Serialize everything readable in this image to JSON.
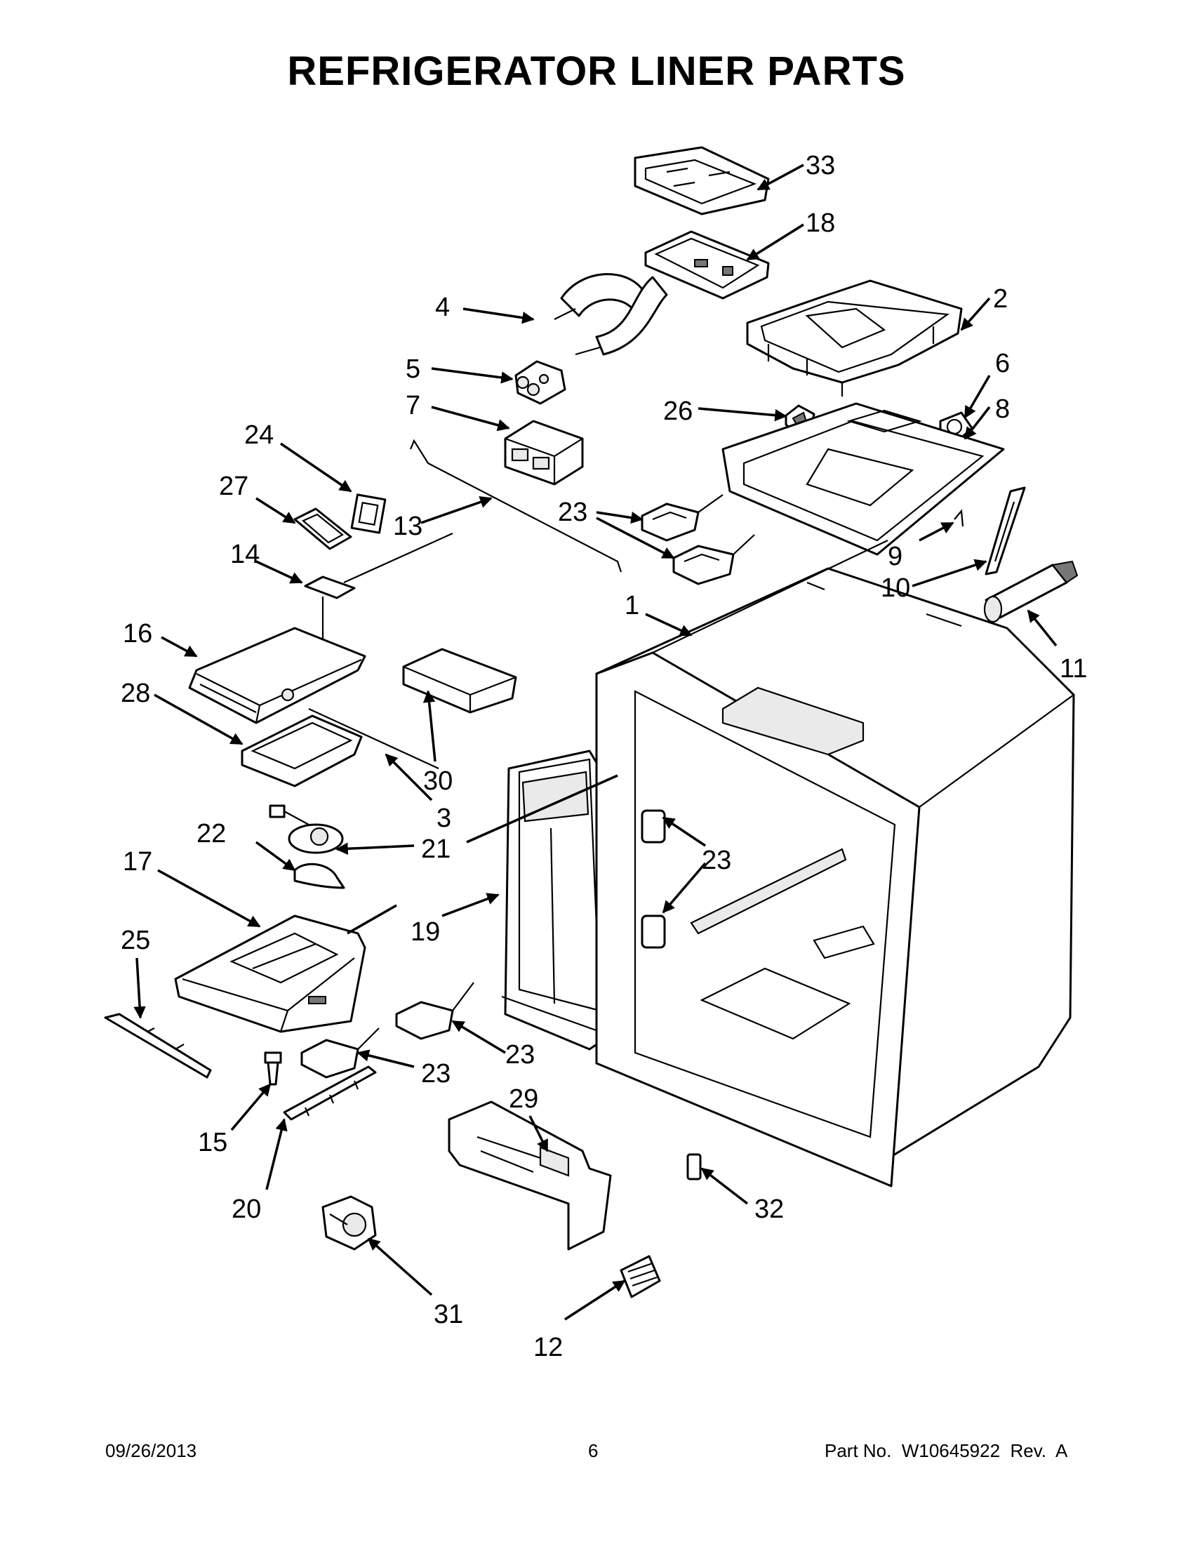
{
  "title": "REFRIGERATOR LINER PARTS",
  "footer": {
    "date": "09/26/2013",
    "page_number": "6",
    "part_number": "Part No.  W10645922  Rev.  A"
  },
  "callouts": {
    "c1": "1",
    "c2": "2",
    "c3": "3",
    "c4": "4",
    "c5": "5",
    "c6": "6",
    "c7": "7",
    "c8": "8",
    "c9": "9",
    "c10": "10",
    "c11": "11",
    "c12": "12",
    "c13": "13",
    "c14": "14",
    "c15": "15",
    "c16": "16",
    "c17": "17",
    "c18": "18",
    "c19": "19",
    "c20": "20",
    "c21": "21",
    "c22": "22",
    "c23a": "23",
    "c23b": "23",
    "c23c": "23",
    "c23d": "23",
    "c24": "24",
    "c25": "25",
    "c26": "26",
    "c27": "27",
    "c28": "28",
    "c29": "29",
    "c30": "30",
    "c31": "31",
    "c32": "32",
    "c33": "33"
  }
}
